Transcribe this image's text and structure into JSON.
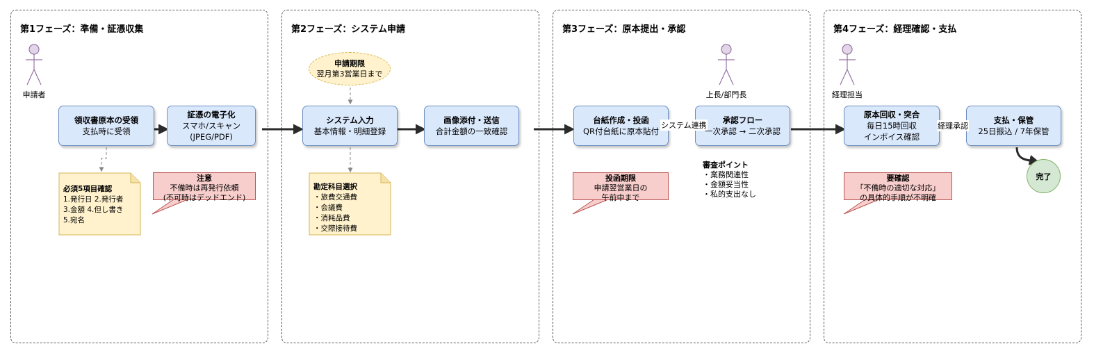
{
  "phases": [
    {
      "title": "第1フェーズ：準備・証憑収集"
    },
    {
      "title": "第2フェーズ：システム申請"
    },
    {
      "title": "第3フェーズ：原本提出・承認"
    },
    {
      "title": "第4フェーズ：経理確認・支払"
    }
  ],
  "actors": {
    "applicant": "申請者",
    "manager": "上長/部門長",
    "accounting": "経理担当"
  },
  "steps": {
    "receipt": {
      "title": "領収書原本の受領",
      "sub": "支払時に受領"
    },
    "digitize": {
      "title": "証憑の電子化",
      "sub1": "スマホ/スキャン",
      "sub2": "(JPEG/PDF)"
    },
    "input": {
      "title": "システム入力",
      "sub": "基本情報・明細登録"
    },
    "attach": {
      "title": "画像添付・送信",
      "sub": "合計金額の一致確認"
    },
    "mount": {
      "title": "台紙作成・投函",
      "sub": "QR付台紙に原本貼付"
    },
    "approval": {
      "title": "承認フロー",
      "sub": "一次承認 → 二次承認"
    },
    "collect": {
      "title": "原本回収・突合",
      "sub1": "毎日15時回収",
      "sub2": "インボイス確認"
    },
    "pay": {
      "title": "支払・保管",
      "sub": "25日振込 / 7年保管"
    }
  },
  "deadline": {
    "title": "申請期限",
    "sub": "翌月第3営業日まで"
  },
  "notes": {
    "required": {
      "title": "必須5項目確認",
      "lines": [
        "1.発行日 2.発行者",
        "3.金額 4.但し書き",
        "5.宛名"
      ]
    },
    "accounts": {
      "title": "勘定科目選択",
      "lines": [
        "・旅費交通費",
        "・会議費",
        "・消耗品費",
        "・交際接待費"
      ]
    }
  },
  "callouts": {
    "caution": {
      "title": "注意",
      "l1": "不備時は再発行依頼",
      "l2": "(不可時はデッドエンド)"
    },
    "post_deadline": {
      "title": "投函期限",
      "l1": "申請翌営業日の",
      "l2": "午前中まで"
    },
    "needs_check": {
      "title": "要確認",
      "l1": "「不備時の適切な対応」",
      "l2": "の具体的手順が不明確"
    }
  },
  "review": {
    "title": "審査ポイント",
    "lines": [
      "・業務関連性",
      "・金額妥当性",
      "・私的支出なし"
    ]
  },
  "edge_labels": {
    "system_link": "システム連携",
    "accounting_approval": "経理承認"
  },
  "done": "完了",
  "colors": {
    "process_fill": "#dae8fc",
    "process_border": "#6c8ebf",
    "note_fill": "#fff2cc",
    "alert_fill": "#f8cecc",
    "done_fill": "#d5e8d4",
    "actor_fill": "#e1d5e7",
    "actor_stroke": "#9673a6"
  }
}
